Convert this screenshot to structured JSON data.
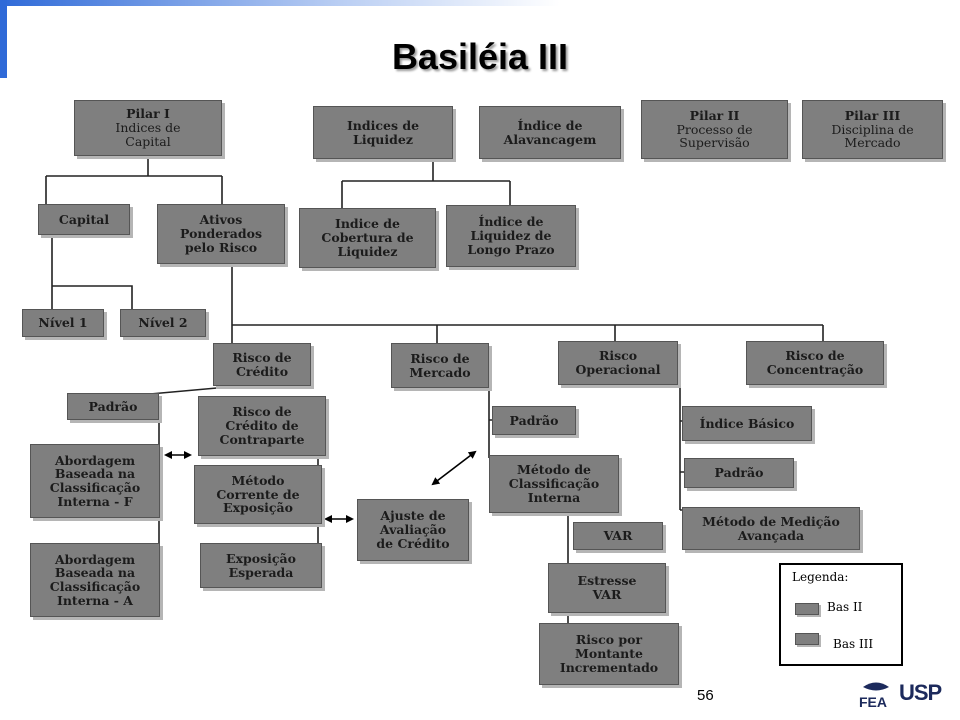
{
  "title": "Basiléia III",
  "page_number": "56",
  "boxes": {
    "pilar1": {
      "heading": "Pilar I",
      "sub": "Indices de\nCapital"
    },
    "indices_liquidez": "Indices de\nLiquidez",
    "indice_alavancagem": "Índice de\nAlavancagem",
    "pilar2": {
      "heading": "Pilar II",
      "sub": "Processo de\nSupervisão"
    },
    "pilar3": {
      "heading": "Pilar III",
      "sub": "Disciplina de\nMercado"
    },
    "capital": "Capital",
    "ativos_ponderados": "Ativos\nPonderados\npelo Risco",
    "cobertura_liquidez": "Indice de\nCobertura de\nLiquidez",
    "liquidez_longo_prazo": "Índice de\nLiquidez de\nLongo Prazo",
    "nivel1": "Nível 1",
    "nivel2": "Nível 2",
    "risco_credito": "Risco de\nCrédito",
    "risco_mercado": "Risco de\nMercado",
    "risco_operacional": "Risco\nOperacional",
    "risco_concentracao": "Risco de\nConcentração",
    "padrao_credito": "Padrão",
    "abordagem_f": "Abordagem\nBaseada na\nClassificação\nInterna - F",
    "abordagem_a": "Abordagem\nBaseada na\nClassificação\nInterna - A",
    "risco_contraparte": "Risco de\nCrédito de\nContraparte",
    "metodo_corrente": "Método\nCorrente de\nExposição",
    "exposicao_esperada": "Exposição\nEsperada",
    "ajuste_avaliacao": "Ajuste de\nAvaliação\nde Crédito",
    "padrao_mercado": "Padrão",
    "metodo_classificacao": "Método de\nClassificação\nInterna",
    "var": "VAR",
    "estresse_var": "Estresse\nVAR",
    "risco_montante": "Risco por\nMontante\nIncrementado",
    "indice_basico": "Índice Básico",
    "padrao_operacional": "Padrão",
    "medicao_avancada": "Método de Medição\nAvançada"
  },
  "legend": {
    "title": "Legenda:",
    "items": [
      "Bas II",
      "Bas III"
    ]
  },
  "logo": {
    "left": "FEA",
    "right": "USP"
  }
}
